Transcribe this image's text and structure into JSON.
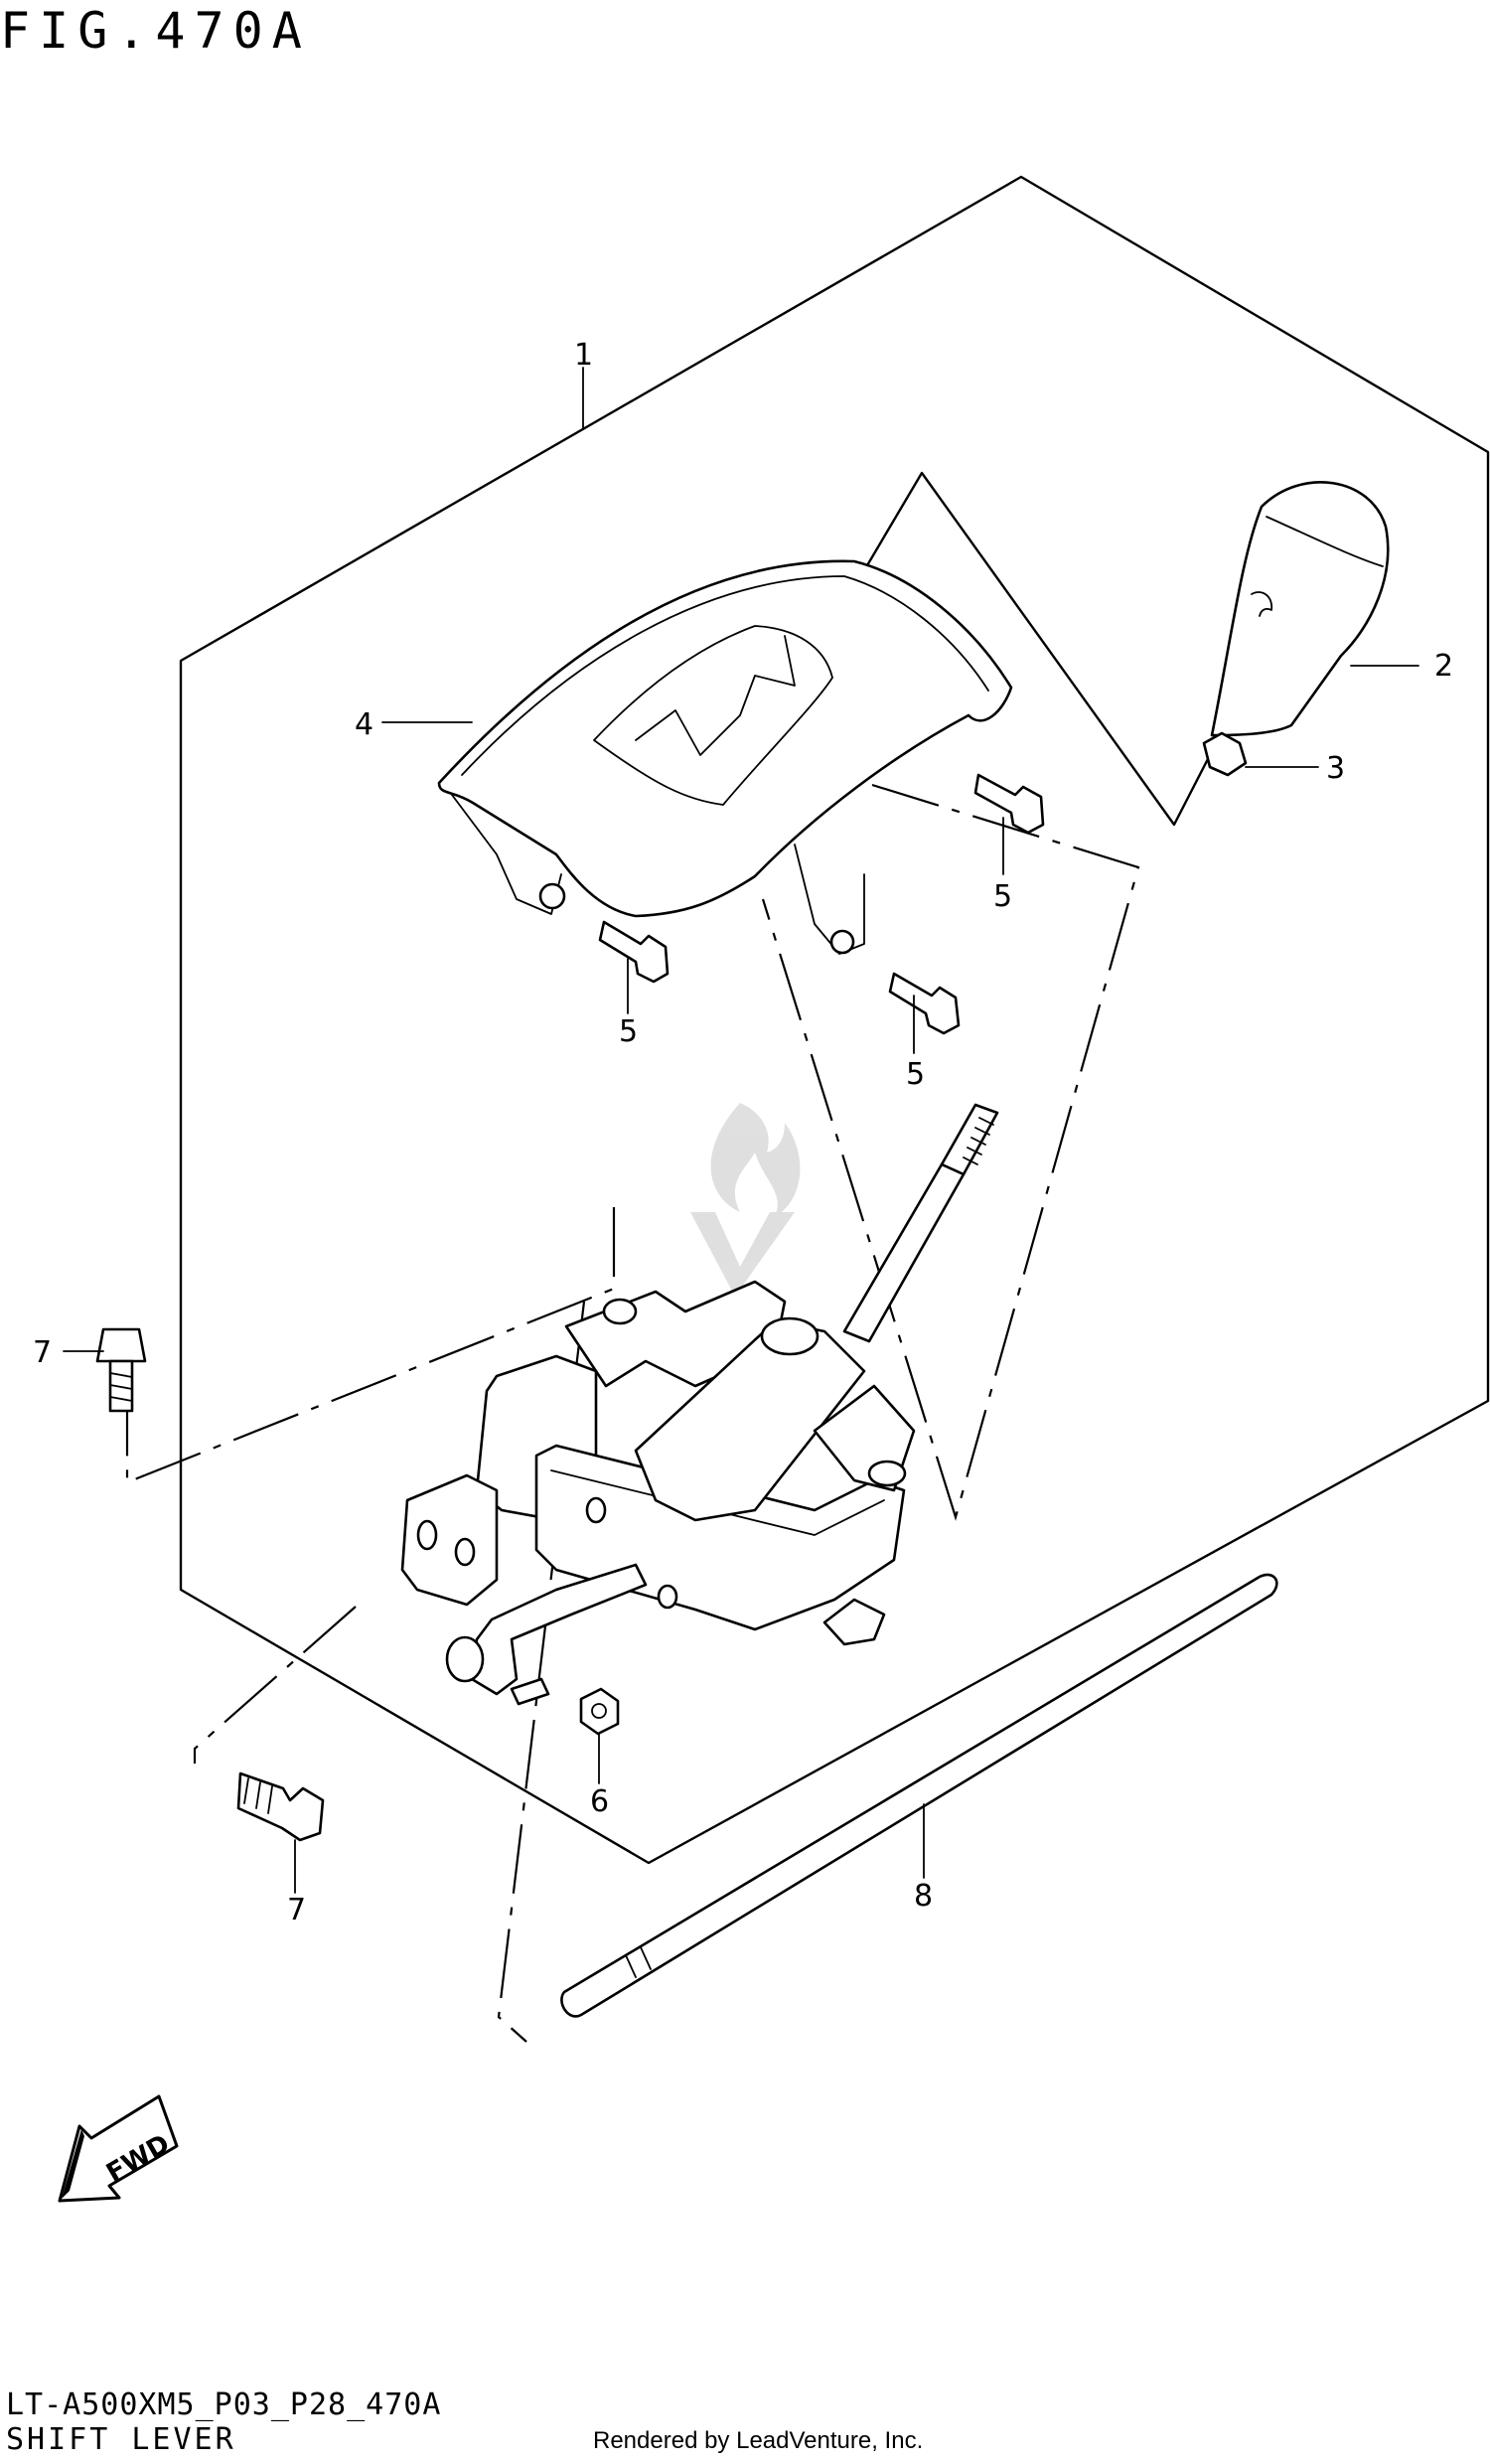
{
  "figure": {
    "title": "FIG.470A",
    "model_code": "LT-A500XM5_P03_P28_470A",
    "name": "SHIFT LEVER",
    "credit": "Rendered by LeadVenture, Inc."
  },
  "callouts": [
    {
      "id": "1",
      "label": "1"
    },
    {
      "id": "2",
      "label": "2"
    },
    {
      "id": "3",
      "label": "3"
    },
    {
      "id": "4",
      "label": "4"
    },
    {
      "id": "5a",
      "label": "5"
    },
    {
      "id": "5b",
      "label": "5"
    },
    {
      "id": "5c",
      "label": "5"
    },
    {
      "id": "6",
      "label": "6"
    },
    {
      "id": "7a",
      "label": "7"
    },
    {
      "id": "7b",
      "label": "7"
    },
    {
      "id": "8",
      "label": "8"
    }
  ],
  "direction_badge": {
    "label": "FWD"
  },
  "icons": [
    "fwd-arrow-icon",
    "watermark-flame-icon"
  ]
}
